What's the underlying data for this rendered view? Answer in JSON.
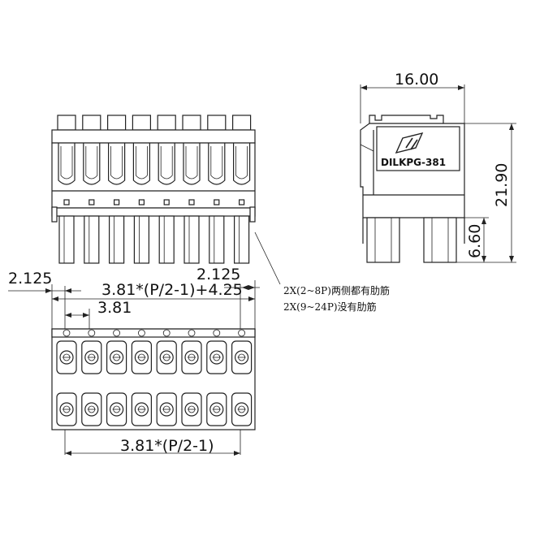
{
  "dimensions": {
    "width_side": "16.00",
    "height_side": "21.90",
    "pin_side": "6.60",
    "left_offset": "2.125",
    "right_offset": "2.125",
    "overall_width": "3.81*(P/2-1)+4.25",
    "pitch": "3.81",
    "pin_span": "3.81*(P/2-1)"
  },
  "notes": [
    "2X(2~8P)两侧都有肋筋",
    "2X(9~24P)没有肋筋"
  ],
  "logo": {
    "text": "DILKPG-381"
  },
  "pin_count": 8
}
